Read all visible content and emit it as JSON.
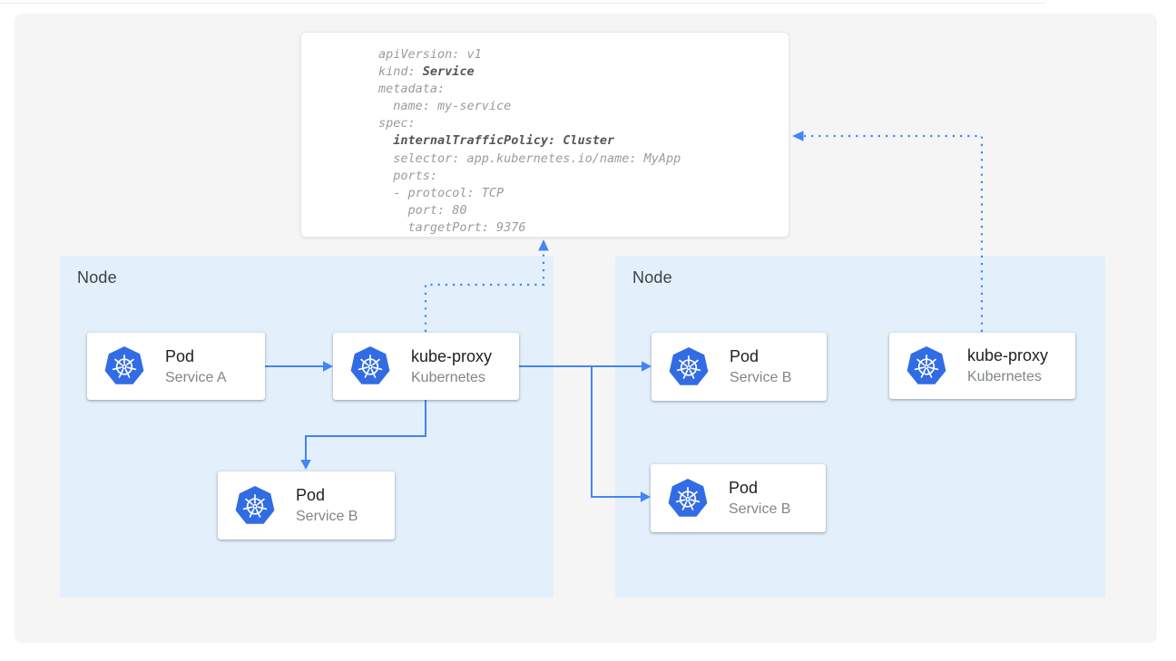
{
  "page": {
    "background": "#ffffff",
    "panel_color": "#f5f5f6",
    "node_fill": "#e3f0fc",
    "accent_blue": "#4285f4",
    "kubernetes_blue": "#326ce5",
    "code_normal_color": "#9b9b9b",
    "code_bold_color": "#565656"
  },
  "code_card": {
    "lines": [
      [
        {
          "t": "apiVersion: v1"
        }
      ],
      [
        {
          "t": "kind: "
        },
        {
          "t": "Service",
          "bold": true
        }
      ],
      [
        {
          "t": "metadata:"
        }
      ],
      [
        {
          "t": "  name: my-service"
        }
      ],
      [
        {
          "t": "spec:"
        }
      ],
      [
        {
          "t": "  "
        },
        {
          "t": "internalTrafficPolicy: Cluster",
          "bold": true
        }
      ],
      [
        {
          "t": "  selector: app.kubernetes.io/name: MyApp"
        }
      ],
      [
        {
          "t": "  ports:"
        }
      ],
      [
        {
          "t": "  - protocol: TCP"
        }
      ],
      [
        {
          "t": "    port: 80"
        }
      ],
      [
        {
          "t": "    targetPort: 9376"
        }
      ]
    ]
  },
  "nodes": {
    "left": {
      "label": "Node",
      "cards": [
        {
          "title": "Pod",
          "subtitle": "Service A"
        },
        {
          "title": "kube-proxy",
          "subtitle": "Kubernetes"
        },
        {
          "title": "Pod",
          "subtitle": "Service B"
        }
      ]
    },
    "right": {
      "label": "Node",
      "cards": [
        {
          "title": "Pod",
          "subtitle": "Service B"
        },
        {
          "title": "kube-proxy",
          "subtitle": "Kubernetes"
        },
        {
          "title": "Pod",
          "subtitle": "Service B"
        }
      ]
    }
  },
  "icons": {
    "kubernetes": "kubernetes-helm-logo"
  }
}
